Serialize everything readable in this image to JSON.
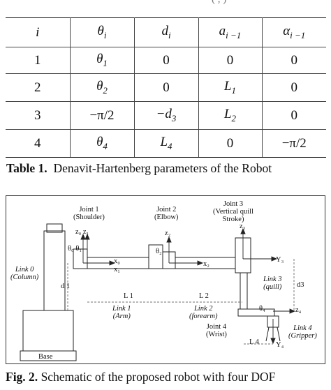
{
  "header_fragment": "( , )",
  "table": {
    "headers": [
      {
        "base": "i",
        "sub": ""
      },
      {
        "base": "θ",
        "sub": "i"
      },
      {
        "base": "d",
        "sub": "i"
      },
      {
        "base": "a",
        "sub": "i −1"
      },
      {
        "base": "α",
        "sub": "i −1"
      }
    ],
    "rows": [
      [
        {
          "base": "1",
          "sub": ""
        },
        {
          "base": "θ",
          "sub": "1"
        },
        {
          "base": "0",
          "sub": ""
        },
        {
          "base": "0",
          "sub": ""
        },
        {
          "base": "0",
          "sub": ""
        }
      ],
      [
        {
          "base": "2",
          "sub": ""
        },
        {
          "base": "θ",
          "sub": "2"
        },
        {
          "base": "0",
          "sub": ""
        },
        {
          "base": "L",
          "sub": "1"
        },
        {
          "base": "0",
          "sub": ""
        }
      ],
      [
        {
          "base": "3",
          "sub": ""
        },
        {
          "base": "−π/2",
          "sub": ""
        },
        {
          "base": "−d",
          "sub": "3"
        },
        {
          "base": "L",
          "sub": "2"
        },
        {
          "base": "0",
          "sub": ""
        }
      ],
      [
        {
          "base": "4",
          "sub": ""
        },
        {
          "base": "θ",
          "sub": "4"
        },
        {
          "base": "L",
          "sub": "4"
        },
        {
          "base": "0",
          "sub": ""
        },
        {
          "base": "−π/2",
          "sub": ""
        }
      ]
    ]
  },
  "caption1": {
    "label": "Table 1.",
    "text": "Denavit-Hartenberg parameters of the Robot"
  },
  "figure": {
    "joint1": [
      "Joint 1",
      "(Shoulder)"
    ],
    "joint2": [
      "Joint 2",
      "(Elbow)"
    ],
    "joint3": [
      "Joint 3",
      "(Vertical quill",
      "Stroke)"
    ],
    "joint4": [
      "Joint 4",
      "(Wrist)"
    ],
    "link0": [
      "Link 0",
      "(Column)"
    ],
    "link1": [
      "Link 1",
      "(Arm)"
    ],
    "link2": [
      "Link 2",
      "(forearm)"
    ],
    "link3": [
      "Link 3",
      "(quill)"
    ],
    "link4": [
      "Link 4",
      "(Gripper)"
    ],
    "base": "Base",
    "dims": {
      "L1": "L 1",
      "L2": "L 2",
      "L4": "L 4",
      "d1": "d 1",
      "d3": "d3"
    },
    "axes": {
      "z0z1": "z₀ z₁",
      "theta0theta1": "θ₀ θ₁",
      "x0": "x₀",
      "x1": "x₁",
      "theta2": "θ₂",
      "z2": "z₂",
      "x2": "x₂",
      "z3": "z₃",
      "Y3": "Y₃",
      "theta4": "θ₄",
      "z4": "z₄",
      "Y4": "Y₄"
    }
  },
  "caption2": {
    "label": "Fig. 2.",
    "text": "Schematic of the proposed robot with four DOF"
  }
}
